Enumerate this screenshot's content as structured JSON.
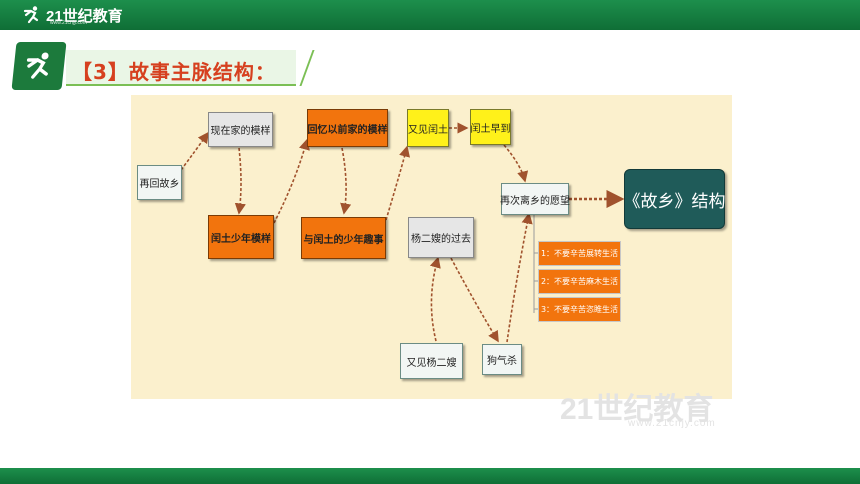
{
  "header": {
    "logo_text": "21世纪教育",
    "logo_sub": "www.21cnjy.com"
  },
  "slide": {
    "title": "【3】故事主脉结构："
  },
  "diagram": {
    "nodes": {
      "return": "再回故乡",
      "home_now": "现在家的模样",
      "young_runtu": "闰土少年模样",
      "memory_home": "回忆以前家的模样",
      "fun_with_runtu": "与闰土的少年趣事",
      "see_runtu": "又见闰土",
      "runtu_early": "闰土早到",
      "leave_wish": "再次离乡的愿望",
      "structure": "《故乡》结构",
      "yang_past": "杨二嫂的过去",
      "see_yang": "又见杨二嫂",
      "dog_killer": "狗气杀",
      "wish_1": "1：不要辛苦展转生活",
      "wish_2": "2：不要辛苦麻木生活",
      "wish_3": "3：不要辛苦恣睢生活"
    },
    "colors": {
      "background": "#fbf0cd",
      "orange": "#f2740d",
      "yellow": "#fff11a",
      "teal": "#1f5b59",
      "arrow": "#a0522d"
    }
  },
  "watermark": {
    "text": "21世纪教育",
    "sub": "www.21cnjy.com"
  }
}
